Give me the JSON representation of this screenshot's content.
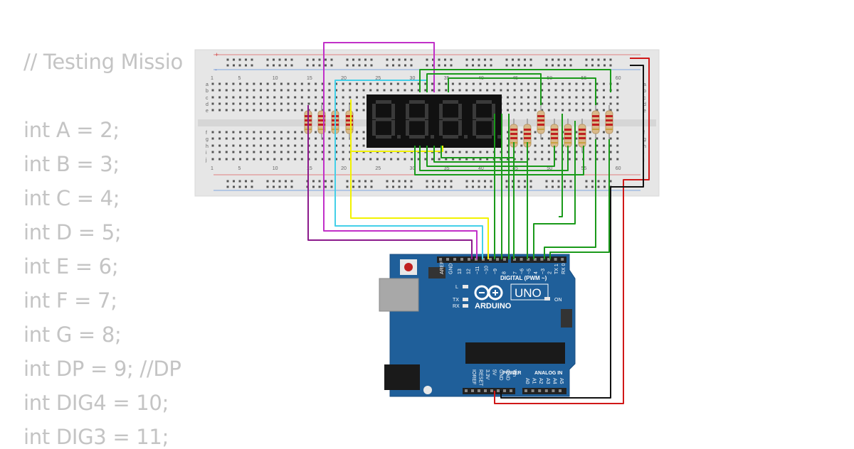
{
  "code": {
    "lines": [
      "// Testing Missio",
      "",
      "int A = 2;",
      "int B = 3;",
      "int C = 4;",
      "int D = 5;",
      "int E = 6;",
      "int F = 7;",
      "int G = 8;",
      "int DP = 9; //DP",
      "int DIG4 = 10;",
      "int DIG3 = 11;"
    ]
  },
  "breadboard": {
    "row_letters_top": [
      "a",
      "b",
      "c",
      "d",
      "e"
    ],
    "row_letters_bottom": [
      "f",
      "g",
      "h",
      "i",
      "j"
    ],
    "column_numbers": [
      "1",
      "5",
      "10",
      "15",
      "20",
      "25",
      "30",
      "35",
      "40",
      "45",
      "50",
      "55",
      "60"
    ],
    "rail_plus": "+",
    "rail_minus": "-"
  },
  "display": {
    "digits": 4,
    "segment_color": "#3a3a3a",
    "body_color": "#111111"
  },
  "arduino": {
    "brand": "ARDUINO",
    "model": "UNO",
    "labels": {
      "digital": "DIGITAL (PWM ~)",
      "power": "POWER",
      "analog": "ANALOG IN",
      "on": "ON",
      "tx": "TX",
      "rx": "RX",
      "l": "L"
    },
    "top_pins": [
      "AREF",
      "GND",
      "13",
      "12",
      "~11",
      "~10",
      "~9",
      "8",
      "7",
      "~6",
      "~5",
      "4",
      "~3",
      "2",
      "TX 1",
      "RX 0"
    ],
    "power_pins": [
      "IOREF",
      "RESET",
      "3.3V",
      "5V",
      "GND",
      "GND",
      "Vin"
    ],
    "analog_pins": [
      "A0",
      "A1",
      "A2",
      "A3",
      "A4",
      "A5"
    ],
    "board_color": "#1f5f9a"
  },
  "wire_colors": {
    "magenta": "#c130c8",
    "purple": "#8b1a8b",
    "cyan": "#44d0e8",
    "yellow": "#f2f200",
    "green": "#1a9a1a",
    "red": "#d01818",
    "black": "#111111"
  }
}
